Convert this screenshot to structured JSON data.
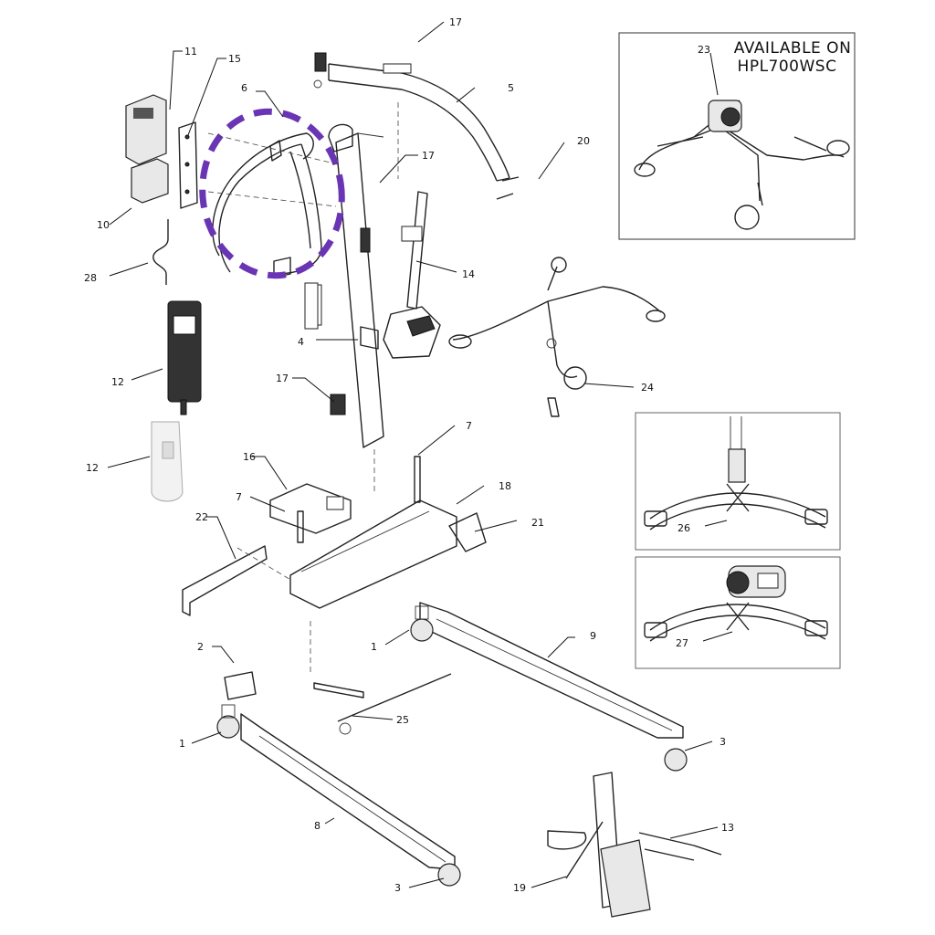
{
  "callouts": {
    "c1a": "1",
    "c1b": "1",
    "c2": "2",
    "c3a": "3",
    "c3b": "3",
    "c4": "4",
    "c5": "5",
    "c6": "6",
    "c7a": "7",
    "c7b": "7",
    "c8": "8",
    "c9": "9",
    "c10": "10",
    "c11": "11",
    "c12a": "12",
    "c12b": "12",
    "c13": "13",
    "c14": "14",
    "c15": "15",
    "c16": "16",
    "c17a": "17",
    "c17b": "17",
    "c17c": "17",
    "c18": "18",
    "c19": "19",
    "c20": "20",
    "c21": "21",
    "c22": "22",
    "c23": "23",
    "c24": "24",
    "c25": "25",
    "c26": "26",
    "c27": "27",
    "c28": "28"
  },
  "inset_note": {
    "line1": "AVAILABLE ON",
    "line2": "HPL700WSC"
  },
  "colors": {
    "highlight": "#6a35b5",
    "lines": "#222222"
  }
}
